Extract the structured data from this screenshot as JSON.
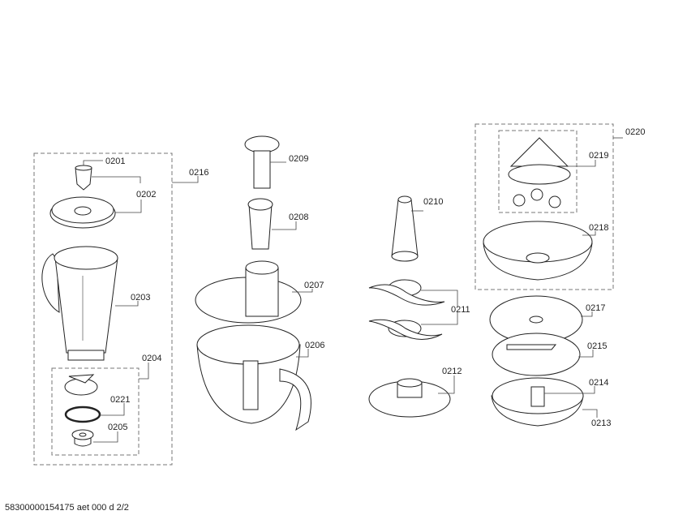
{
  "diagram": {
    "parts": {
      "p0201": "0201",
      "p0202": "0202",
      "p0203": "0203",
      "p0204": "0204",
      "p0205": "0205",
      "p0206": "0206",
      "p0207": "0207",
      "p0208": "0208",
      "p0209": "0209",
      "p0210": "0210",
      "p0211": "0211",
      "p0212": "0212",
      "p0213": "0213",
      "p0214": "0214",
      "p0215": "0215",
      "p0216": "0216",
      "p0217": "0217",
      "p0218": "0218",
      "p0219": "0219",
      "p0220": "0220",
      "p0221": "0221"
    }
  },
  "footer": {
    "text": "58300000154175 aet 000 d 2/2"
  }
}
